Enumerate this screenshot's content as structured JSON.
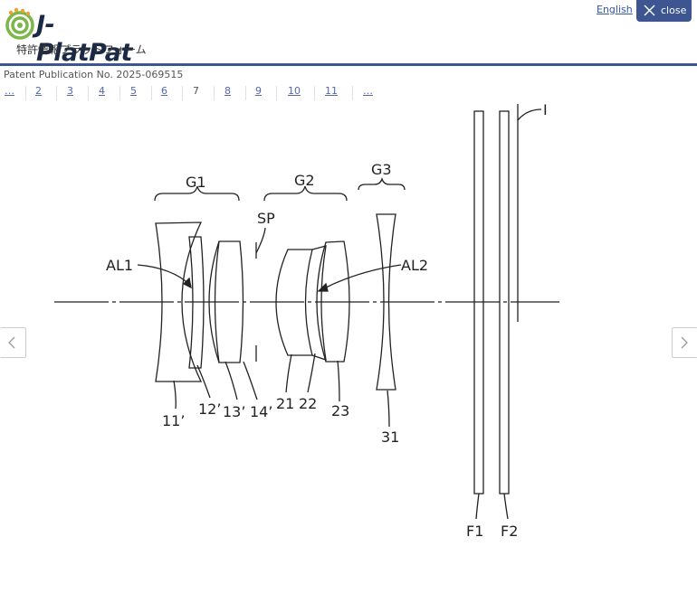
{
  "header": {
    "logo_title": "J-PlatPat",
    "logo_subtitle": "特許情報プラットフォーム",
    "english_label": "English",
    "close_label": "close"
  },
  "publication": {
    "number_label": "Patent Publication No. 2025-069515"
  },
  "pager": {
    "items": [
      {
        "label": "…",
        "current": false
      },
      {
        "label": "2",
        "current": false
      },
      {
        "label": "3",
        "current": false
      },
      {
        "label": "4",
        "current": false
      },
      {
        "label": "5",
        "current": false
      },
      {
        "label": "6",
        "current": false
      },
      {
        "label": "7",
        "current": true
      },
      {
        "label": "8",
        "current": false
      },
      {
        "label": "9",
        "current": false
      },
      {
        "label": "10",
        "current": false
      },
      {
        "label": "11",
        "current": false
      },
      {
        "label": "…",
        "current": false
      }
    ]
  },
  "drawing": {
    "labels": {
      "g1": "G1",
      "g2": "G2",
      "g3": "G3",
      "sp": "SP",
      "i": "I",
      "al1": "AL1",
      "al2": "AL2",
      "l11": "11’",
      "l12": "12’",
      "l13": "13’",
      "l14": "14’",
      "l21": "21",
      "l22": "22",
      "l23": "23",
      "l31": "31",
      "f1": "F1",
      "f2": "F2"
    }
  },
  "colors": {
    "accent": "#3d5590",
    "link": "#5566aa"
  },
  "icons": {
    "close": "x-icon",
    "prev": "chevron-left-icon",
    "next": "chevron-right-icon"
  }
}
